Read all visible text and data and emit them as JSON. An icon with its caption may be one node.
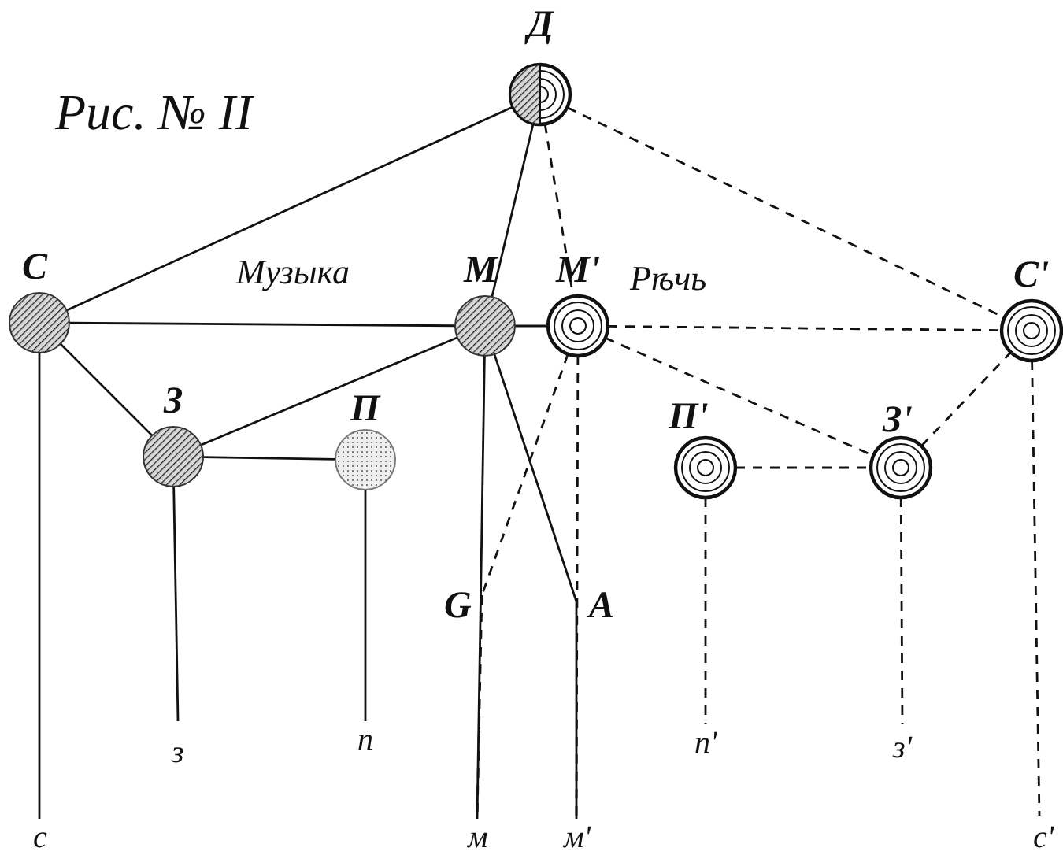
{
  "diagram": {
    "title": "Рис. № II",
    "nodes": [
      {
        "text": [
          "Д"
        ]
      },
      {
        "text": [
          "С"
        ]
      },
      {
        "text": [
          "М"
        ]
      },
      {
        "text": [
          "М'"
        ]
      },
      {
        "text": [
          "С'"
        ]
      },
      {
        "text": [
          "З"
        ]
      },
      {
        "text": [
          "П"
        ]
      },
      {
        "text": [
          "П'"
        ]
      },
      {
        "text": [
          "З'"
        ]
      },
      {
        "text": [
          "G"
        ]
      },
      {
        "text": [
          "A"
        ]
      },
      {
        "text": [
          "с"
        ]
      },
      {
        "text": [
          "з"
        ]
      },
      {
        "text": [
          "п"
        ]
      },
      {
        "text": [
          "м"
        ]
      },
      {
        "text": [
          "м'"
        ]
      },
      {
        "text": [
          "п'"
        ]
      },
      {
        "text": [
          "з'"
        ]
      },
      {
        "text": [
          "с'"
        ]
      }
    ],
    "edges": [
      {
        "from": 0,
        "to": 1,
        "arrow": "none"
      },
      {
        "from": 0,
        "to": 2,
        "arrow": "none"
      },
      {
        "from": 0,
        "to": 3,
        "arrow": "none",
        "style": "dashed"
      },
      {
        "from": 0,
        "to": 4,
        "arrow": "none",
        "style": "dashed"
      },
      {
        "from": 1,
        "to": 2,
        "arrow": "none"
      },
      {
        "from": 2,
        "to": 3,
        "arrow": "none"
      },
      {
        "from": 3,
        "to": 4,
        "arrow": "none",
        "style": "dashed"
      },
      {
        "from": 1,
        "to": 5,
        "arrow": "none"
      },
      {
        "from": 5,
        "to": 2,
        "arrow": "none"
      },
      {
        "from": 5,
        "to": 6,
        "arrow": "none"
      },
      {
        "from": 3,
        "to": 8,
        "arrow": "none",
        "style": "dashed"
      },
      {
        "from": 8,
        "to": 4,
        "arrow": "none",
        "style": "dashed"
      },
      {
        "from": 7,
        "to": 8,
        "arrow": "none",
        "style": "dashed"
      },
      {
        "from": 1,
        "to": 11,
        "arrow": "none"
      },
      {
        "from": 5,
        "to": 12,
        "arrow": "none"
      },
      {
        "from": 6,
        "to": 13,
        "arrow": "none"
      },
      {
        "from": 2,
        "to": 14,
        "arrow": "none"
      },
      {
        "from": 3,
        "to": 9,
        "arrow": "none",
        "style": "dashed"
      },
      {
        "from": 9,
        "to": 14,
        "arrow": "none",
        "style": "dashed"
      },
      {
        "from": 2,
        "to": 10,
        "arrow": "none"
      },
      {
        "from": 10,
        "to": 15,
        "arrow": "none"
      },
      {
        "from": 3,
        "to": 15,
        "arrow": "none",
        "style": "dashed"
      },
      {
        "from": 7,
        "to": 16,
        "arrow": "none",
        "style": "dashed"
      },
      {
        "from": 8,
        "to": 17,
        "arrow": "none",
        "style": "dashed"
      },
      {
        "from": 4,
        "to": 18,
        "arrow": "none",
        "style": "dashed"
      }
    ],
    "labels": [
      "Музыка",
      "Рѣчь"
    ]
  }
}
